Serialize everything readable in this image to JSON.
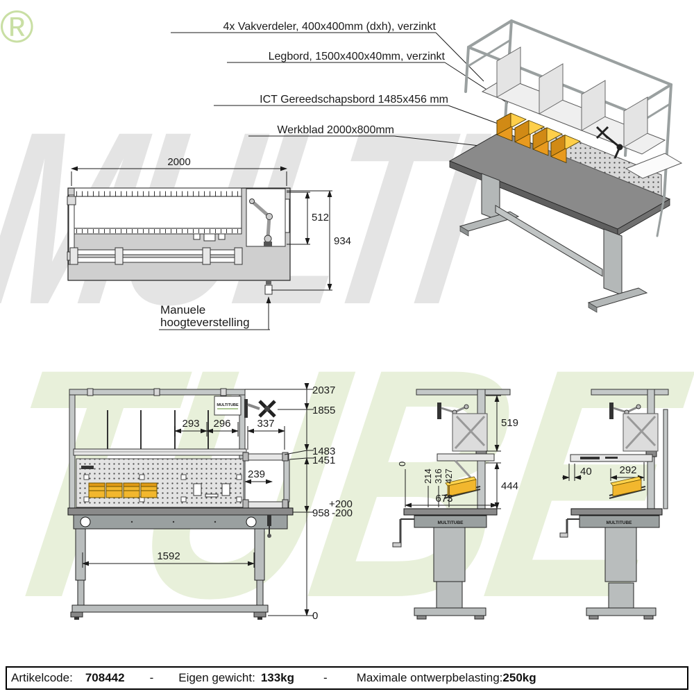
{
  "brand": {
    "watermark_top": "MULTI",
    "watermark_bottom": "TUBE",
    "registered": "®",
    "logo": "MULTITUBE"
  },
  "callouts": {
    "c1": "4x Vakverdeler, 400x400mm (dxh), verzinkt",
    "c2": "Legbord, 1500x400x40mm, verzinkt",
    "c3": "ICT Gereedschapsbord 1485x456 mm",
    "c4": "Werkblad 2000x800mm"
  },
  "top_view": {
    "w": "2000",
    "inner": "512",
    "total": "934",
    "note1": "Manuele",
    "note2": "hoogteverstelling"
  },
  "front_view": {
    "h1": "2037",
    "h2": "1855",
    "h3": "1483",
    "h4": "1451",
    "plus": "+200",
    "h5": "958",
    "minus": "-200",
    "zero": "0",
    "d1": "293",
    "d2": "296",
    "d3": "337",
    "shelf": "239",
    "span": "1592"
  },
  "side_left": {
    "zero": "0",
    "v1": "214",
    "v2": "316",
    "v3": "427",
    "depth": "673",
    "upper": "519",
    "lower": "444"
  },
  "side_right": {
    "d1": "40",
    "d2": "292"
  },
  "footer": {
    "label1": "Artikelcode:",
    "value1": "708442",
    "sep1": "-",
    "label2": "Eigen gewicht:",
    "value2": "133kg",
    "sep2": "-",
    "label3": "Maximale ontwerpbelasting:",
    "value3": "250kg"
  },
  "colors": {
    "bin_front": "#F2B72E",
    "bin_shade": "#E09A16",
    "logo_green": "#5A8F29",
    "watermark_gray": "#E4E4E4",
    "watermark_green": "#E8F0DA",
    "worktop_gray": "#8A8A8A"
  }
}
